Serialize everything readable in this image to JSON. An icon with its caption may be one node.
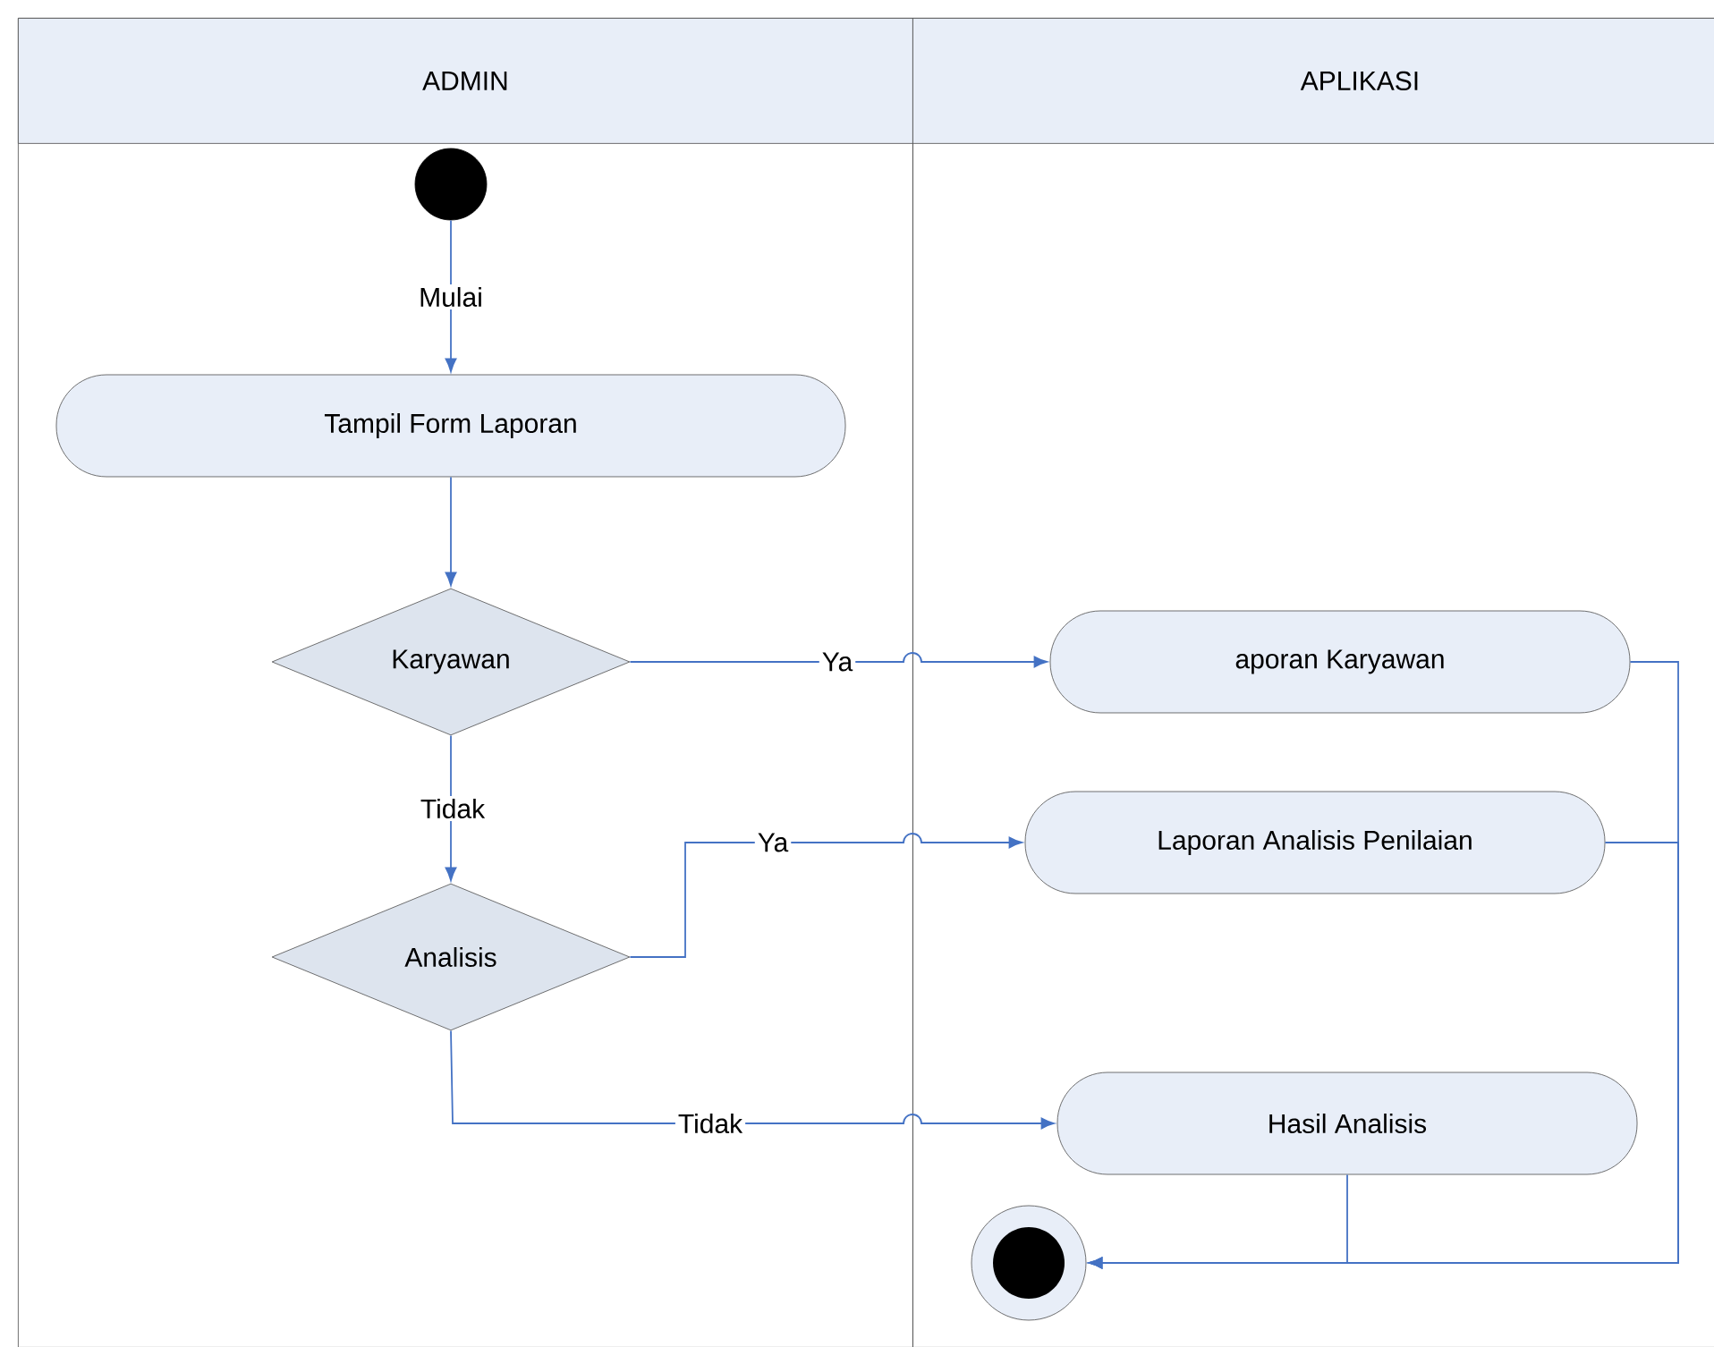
{
  "diagram": {
    "nodes": [
      {
        "text": [
          "ADMIN"
        ]
      },
      {
        "text": [
          "APLIKASI"
        ]
      },
      {
        "text": [],
        "shape": "circle",
        "in": 0
      },
      {
        "text": [
          "Tampil Form Laporan"
        ],
        "in": 0
      },
      {
        "text": [
          "Karyawan"
        ],
        "in": 0
      },
      {
        "text": [
          "Analisis"
        ],
        "in": 0
      },
      {
        "text": [
          "aporan Karyawan"
        ],
        "in": 1
      },
      {
        "text": [
          "Laporan Analisis Penilaian"
        ],
        "in": 1
      },
      {
        "text": [
          "Hasil Analisis"
        ],
        "in": 1
      },
      {
        "text": [],
        "shape": "circle",
        "in": 1
      }
    ],
    "edges": [
      {
        "from": 2,
        "to": 3,
        "arrow": "to",
        "label": "Mulai"
      },
      {
        "from": 3,
        "to": 4,
        "arrow": "to"
      },
      {
        "from": 4,
        "to": 6,
        "arrow": "to",
        "label": "Ya"
      },
      {
        "from": 4,
        "to": 5,
        "arrow": "to",
        "label": "Tidak"
      },
      {
        "from": 5,
        "to": 7,
        "arrow": "to",
        "label": "Ya"
      },
      {
        "from": 5,
        "to": 8,
        "arrow": "to",
        "label": "Tidak"
      },
      {
        "from": 6,
        "to": 9,
        "arrow": "to"
      },
      {
        "from": 7,
        "to": 9,
        "arrow": "to"
      },
      {
        "from": 8,
        "to": 9,
        "arrow": "to"
      }
    ]
  }
}
